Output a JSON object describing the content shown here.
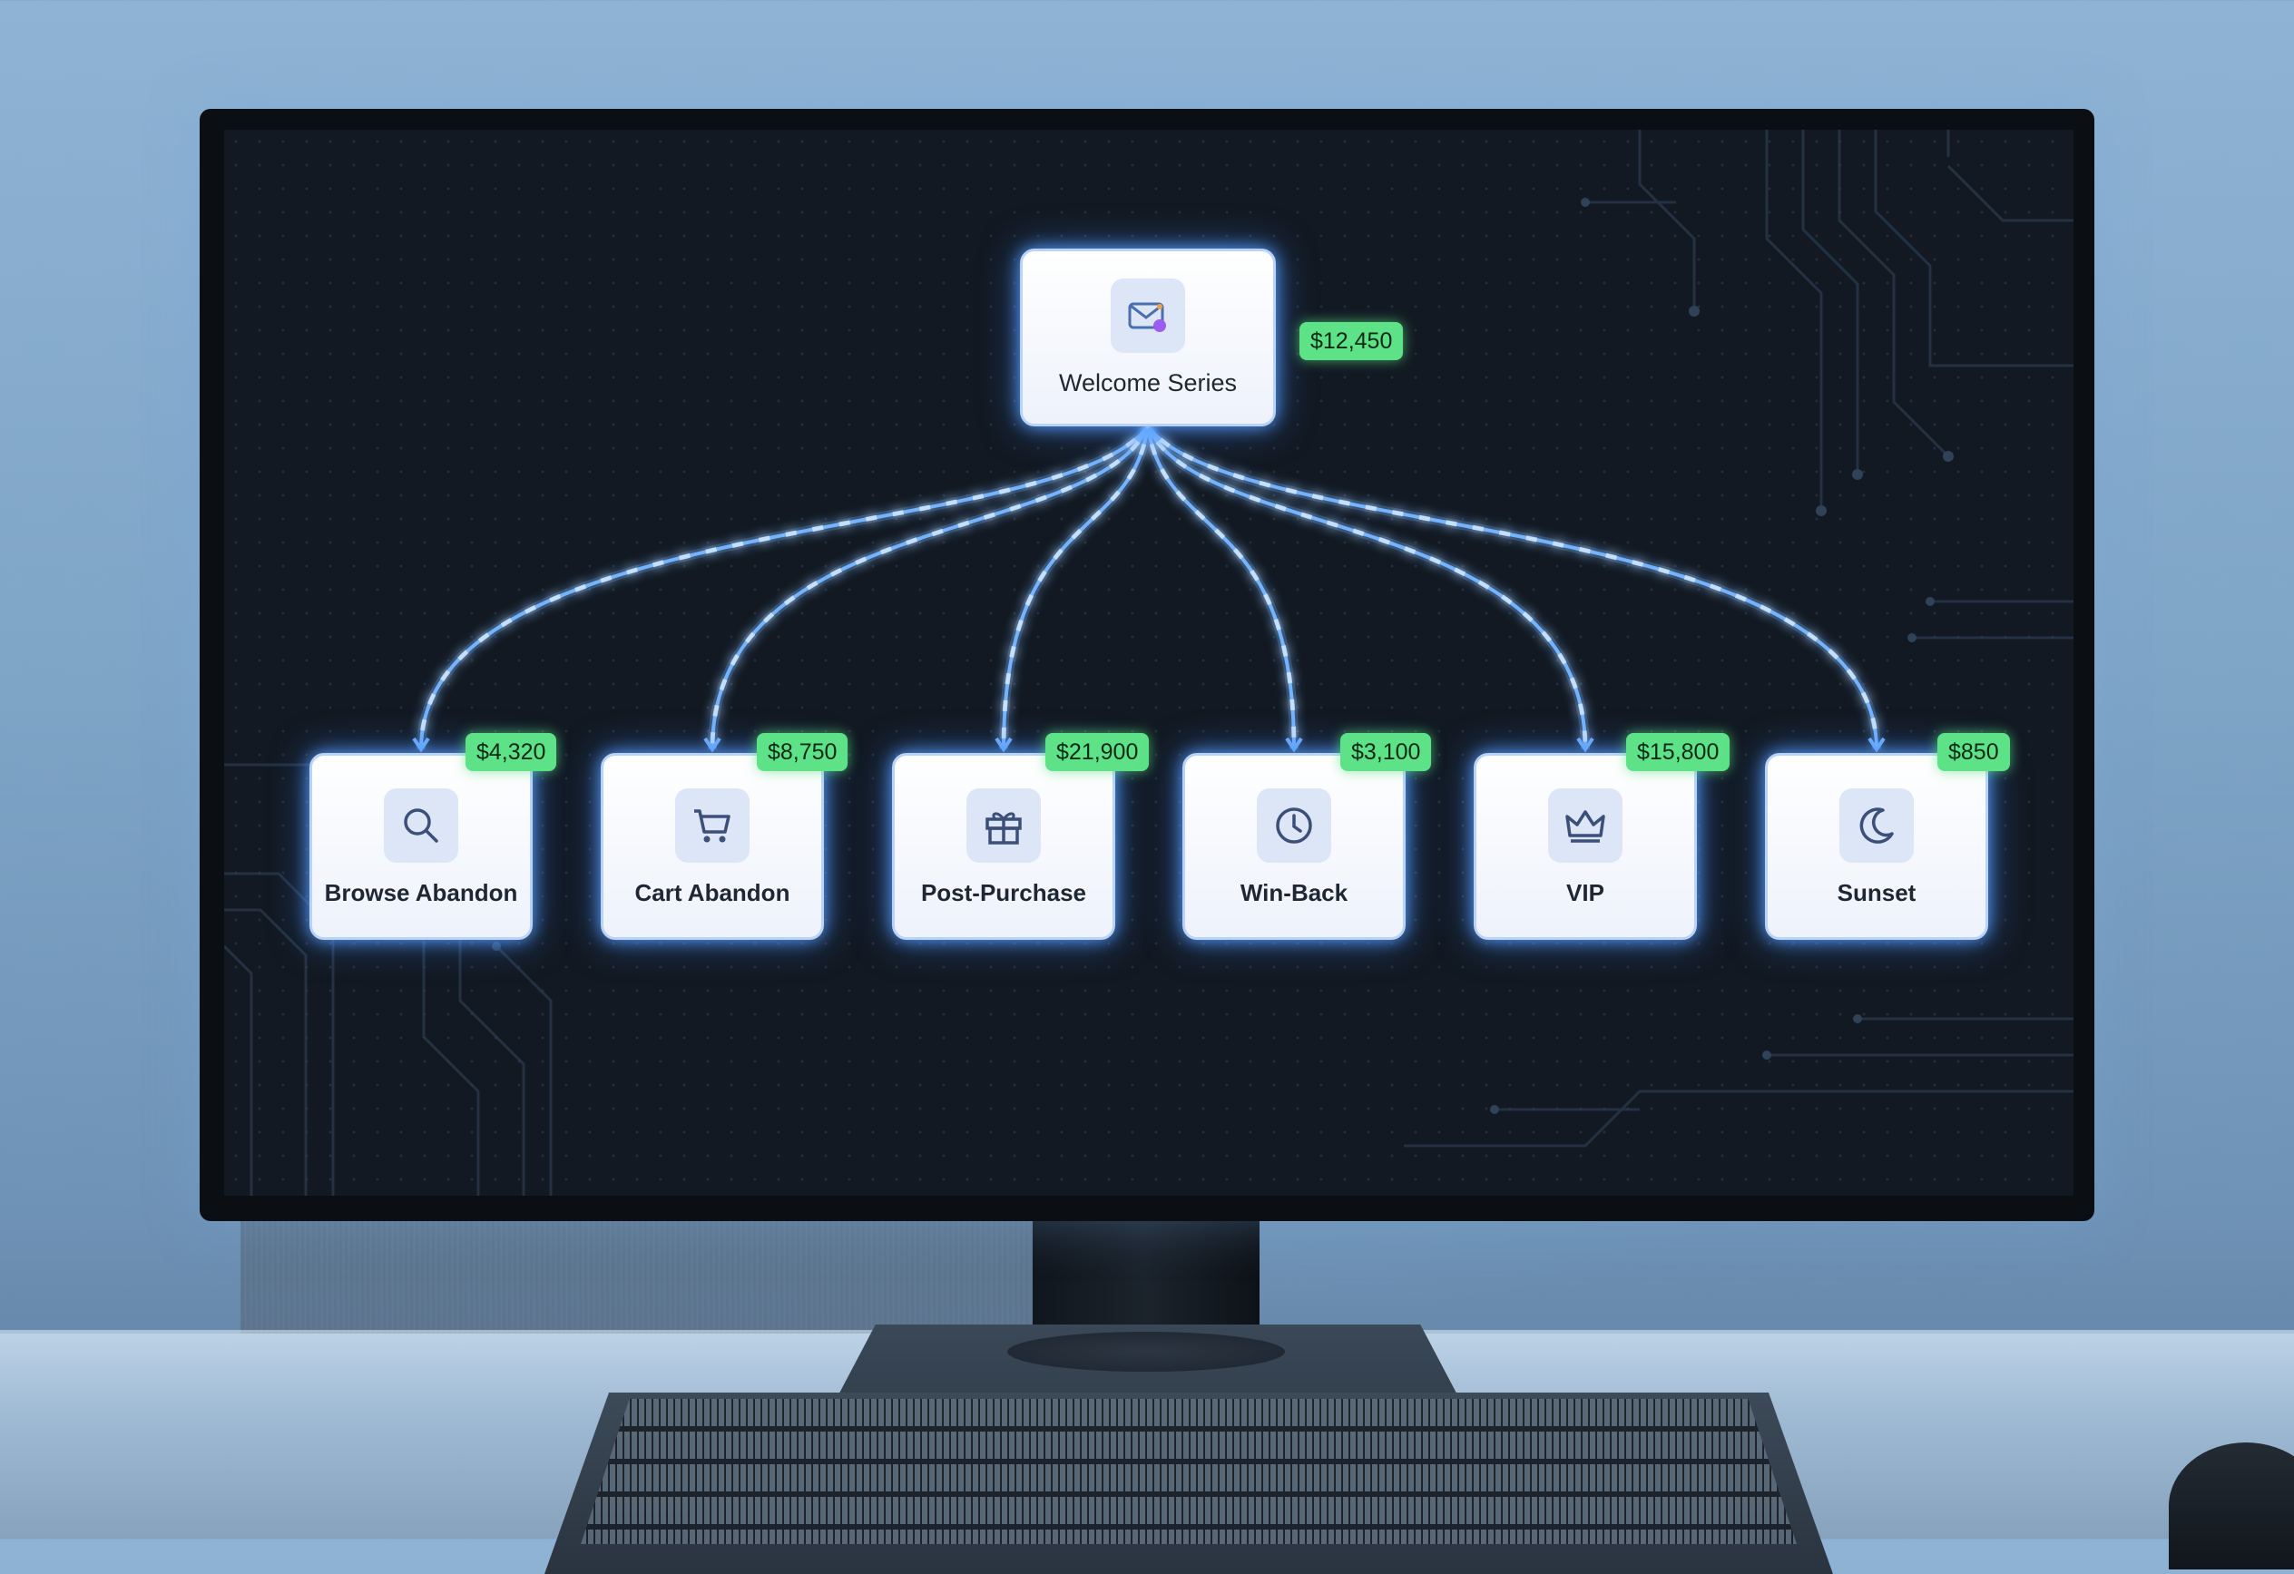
{
  "flow": {
    "root": {
      "label": "Welcome Series",
      "revenue": "$12,450",
      "icon": "mail-icon"
    },
    "children": [
      {
        "label": "Browse Abandon",
        "revenue": "$4,320",
        "icon": "search-icon"
      },
      {
        "label": "Cart Abandon",
        "revenue": "$8,750",
        "icon": "cart-icon"
      },
      {
        "label": "Post-Purchase",
        "revenue": "$21,900",
        "icon": "gift-icon"
      },
      {
        "label": "Win-Back",
        "revenue": "$3,100",
        "icon": "clock-icon"
      },
      {
        "label": "VIP",
        "revenue": "$15,800",
        "icon": "crown-icon"
      },
      {
        "label": "Sunset",
        "revenue": "$850",
        "icon": "moon-icon"
      }
    ]
  },
  "colors": {
    "screen_bg": "#121922",
    "node_bg": "#ffffff",
    "node_glow": "#5aa0ff",
    "badge_bg": "#5ee288",
    "connector": "#6fb0ff",
    "icon_stroke": "#3b4f78"
  }
}
